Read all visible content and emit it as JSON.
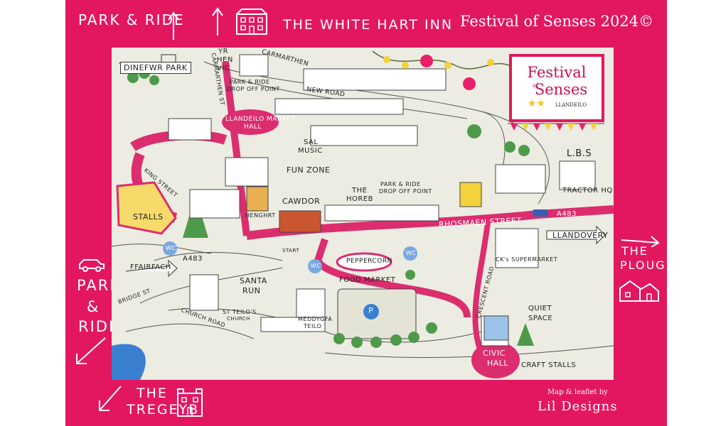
{
  "header": {
    "park_ride_top": "PARK & RIDE",
    "white_hart": "THE WHITE HART INN",
    "festival_title": "Festival of Senses 2024©"
  },
  "left": {
    "park": "PARK",
    "amp": "&",
    "ride": "RIDE"
  },
  "right": {
    "the": "THE",
    "plough": "PLOUGH"
  },
  "footer": {
    "the": "THE",
    "tregeyb": "TREGEYB",
    "credit_small": "Map & leaflet by",
    "credit_big": "Lil Designs"
  },
  "logo": {
    "festival": "Festival",
    "of": "of",
    "senses": "Senses",
    "town": "LLANDEILO"
  },
  "map_labels": {
    "dinefwr": "DINEFWR PARK",
    "yr_hen_vic": [
      "YR",
      "HEN",
      "VIC"
    ],
    "carmarthen_st": "CARMARTHEN ST",
    "carmarthen": "CARMARTHEN",
    "new_road": "NEW ROAD",
    "park_ride_drop1": [
      "PARK & RIDE",
      "DROP OFF POINT"
    ],
    "market_hall": [
      "LLANDEILO MARKET",
      "HALL"
    ],
    "sal_music": [
      "SAL",
      "MUSIC"
    ],
    "fun_zone": "FUN ZONE",
    "king_street": "KING STREET",
    "stalls": "STALLS",
    "henghrt": "HENGHRT",
    "cawdor": "CAWDOR",
    "the_horeb": [
      "THE",
      "HOREB"
    ],
    "park_ride_drop2": [
      "PARK & RIDE",
      "DROP OFF POINT"
    ],
    "lbs": "L.B.S",
    "tractor_hq": "TRACTOR HQ",
    "rhosmaen": "RHOSMAEN STREET",
    "a483_right": "A483",
    "llandovery": "LLANDOVERY",
    "wc": "WC",
    "ffairfach": "FFAIRFACH",
    "a483_left": "A483",
    "start": "START",
    "peppercorn": "PEPPERCORN",
    "food_market": "FOOD MARKET",
    "ck_supermarket": "CK's SUPERMARKET",
    "santa_run": [
      "SANTA",
      "RUN"
    ],
    "bridge_st": "BRIDGE ST",
    "church_road": "CHURCH ROAD",
    "st_teilos": [
      "ST TEILO'S",
      "CHURCH"
    ],
    "meddygfa": [
      "MEDDYGFA",
      "TEILO"
    ],
    "parking": "P",
    "crescent_road": "CRESCENT ROAD",
    "quiet_space": [
      "QUIET",
      "SPACE"
    ],
    "civic_hall": [
      "CIVIC",
      "HALL"
    ],
    "craft_stalls": "CRAFT STALLS"
  },
  "colors": {
    "brand_pink": "#e3175f",
    "map_bg": "#ecece2",
    "road_pink": "#dc2d6f",
    "river_blue": "#3a7fd0",
    "stall_yellow": "#f6da6a"
  }
}
